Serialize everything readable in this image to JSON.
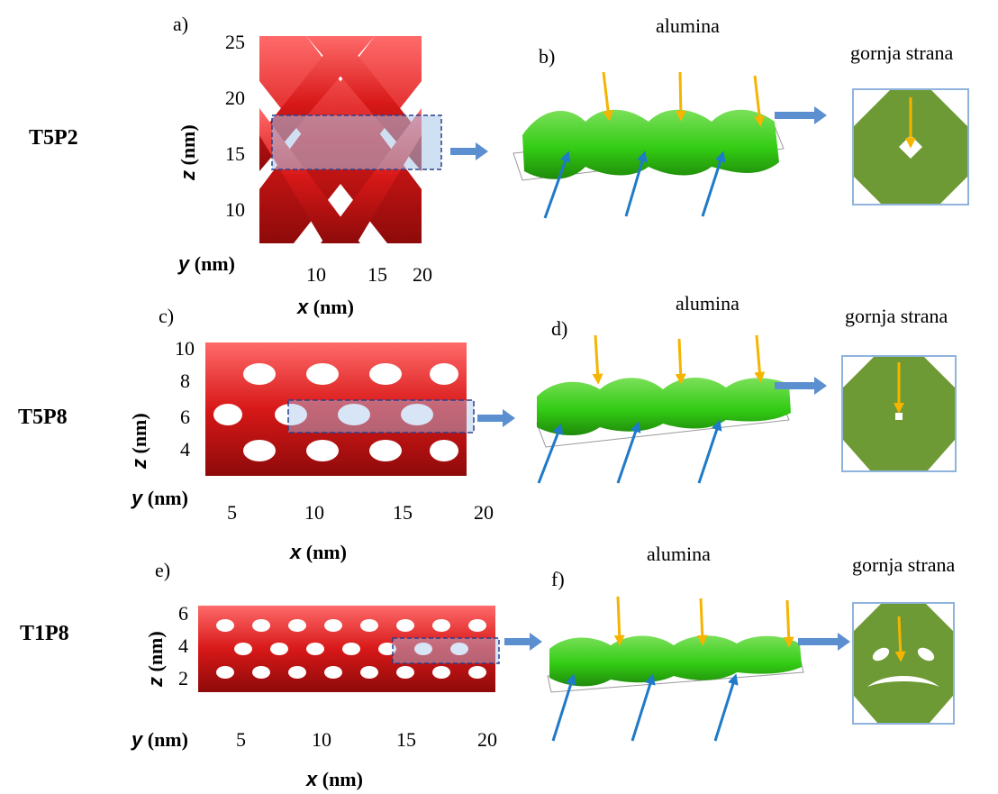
{
  "rows": [
    {
      "sample": "T5P2",
      "red_panel": {
        "letter": "a)",
        "z_ticks": [
          "25",
          "20",
          "15",
          "10"
        ],
        "x_ticks": [
          "10",
          "15",
          "20"
        ],
        "z_label": {
          "var": "z",
          "unit": " (nm)"
        },
        "y_label": {
          "var": "y",
          "unit": " (nm)"
        },
        "x_label": {
          "var": "x",
          "unit": " (nm)"
        }
      },
      "green_panel": {
        "letter": "b)",
        "caption": "alumina"
      },
      "top_panel": {
        "caption": "gornja strana"
      }
    },
    {
      "sample": "T5P8",
      "red_panel": {
        "letter": "c)",
        "z_ticks": [
          "10",
          "8",
          "6",
          "4"
        ],
        "x_ticks": [
          "5",
          "10",
          "15",
          "20"
        ],
        "z_label": {
          "var": "z",
          "unit": " (nm)"
        },
        "y_label": {
          "var": "y",
          "unit": " (nm)"
        },
        "x_label": {
          "var": "x",
          "unit": " (nm)"
        }
      },
      "green_panel": {
        "letter": "d)",
        "caption": "alumina"
      },
      "top_panel": {
        "caption": "gornja strana"
      }
    },
    {
      "sample": "T1P8",
      "red_panel": {
        "letter": "e)",
        "z_ticks": [
          "6",
          "4",
          "2"
        ],
        "x_ticks": [
          "5",
          "10",
          "15",
          "20"
        ],
        "z_label": {
          "var": "z",
          "unit": " (nm)"
        },
        "y_label": {
          "var": "y",
          "unit": " (nm)"
        },
        "x_label": {
          "var": "x",
          "unit": " (nm)"
        }
      },
      "green_panel": {
        "letter": "f)",
        "caption": "alumina"
      },
      "top_panel": {
        "caption": "gornja strana"
      }
    }
  ],
  "colors": {
    "structure_red": "#d81818",
    "structure_green": "#33cc14",
    "top_view_green": "#6e9a35",
    "arrow_blue": "#1f7ac8",
    "arrow_orange": "#f5b400",
    "connector_arrow": "#5b8fcf",
    "highlight_box": "#2a3f8f"
  }
}
